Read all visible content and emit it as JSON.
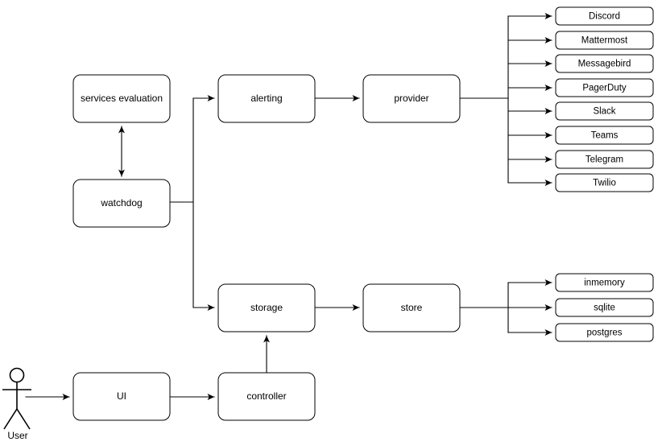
{
  "diagram": {
    "type": "flowchart",
    "title": "",
    "background_color": "#ffffff",
    "stroke_color": "#000000",
    "node_fill_color": "#ffffff",
    "actor": {
      "label": "User",
      "icon": "stick-figure-actor-icon"
    },
    "nodes": {
      "services_evaluation": {
        "label": "services evaluation"
      },
      "watchdog": {
        "label": "watchdog"
      },
      "alerting": {
        "label": "alerting"
      },
      "provider": {
        "label": "provider"
      },
      "storage": {
        "label": "storage"
      },
      "store": {
        "label": "store"
      },
      "ui": {
        "label": "UI"
      },
      "controller": {
        "label": "controller"
      }
    },
    "provider_implementations": [
      {
        "label": "Discord"
      },
      {
        "label": "Mattermost"
      },
      {
        "label": "Messagebird"
      },
      {
        "label": "PagerDuty"
      },
      {
        "label": "Slack"
      },
      {
        "label": "Teams"
      },
      {
        "label": "Telegram"
      },
      {
        "label": "Twilio"
      }
    ],
    "store_implementations": [
      {
        "label": "inmemory"
      },
      {
        "label": "sqlite"
      },
      {
        "label": "postgres"
      }
    ],
    "edges": [
      {
        "from": "watchdog",
        "to": "services evaluation",
        "style": "bidirectional"
      },
      {
        "from": "watchdog",
        "to": "alerting",
        "style": "arrow"
      },
      {
        "from": "watchdog",
        "to": "storage",
        "style": "arrow"
      },
      {
        "from": "alerting",
        "to": "provider",
        "style": "arrow"
      },
      {
        "from": "provider",
        "to": "Discord",
        "style": "arrow"
      },
      {
        "from": "provider",
        "to": "Mattermost",
        "style": "arrow"
      },
      {
        "from": "provider",
        "to": "Messagebird",
        "style": "arrow"
      },
      {
        "from": "provider",
        "to": "PagerDuty",
        "style": "arrow"
      },
      {
        "from": "provider",
        "to": "Slack",
        "style": "arrow"
      },
      {
        "from": "provider",
        "to": "Teams",
        "style": "arrow"
      },
      {
        "from": "provider",
        "to": "Telegram",
        "style": "arrow"
      },
      {
        "from": "provider",
        "to": "Twilio",
        "style": "arrow"
      },
      {
        "from": "storage",
        "to": "store",
        "style": "arrow"
      },
      {
        "from": "store",
        "to": "inmemory",
        "style": "arrow"
      },
      {
        "from": "store",
        "to": "sqlite",
        "style": "arrow"
      },
      {
        "from": "store",
        "to": "postgres",
        "style": "arrow"
      },
      {
        "from": "User",
        "to": "UI",
        "style": "arrow"
      },
      {
        "from": "UI",
        "to": "controller",
        "style": "arrow"
      },
      {
        "from": "controller",
        "to": "storage",
        "style": "arrow"
      }
    ]
  }
}
